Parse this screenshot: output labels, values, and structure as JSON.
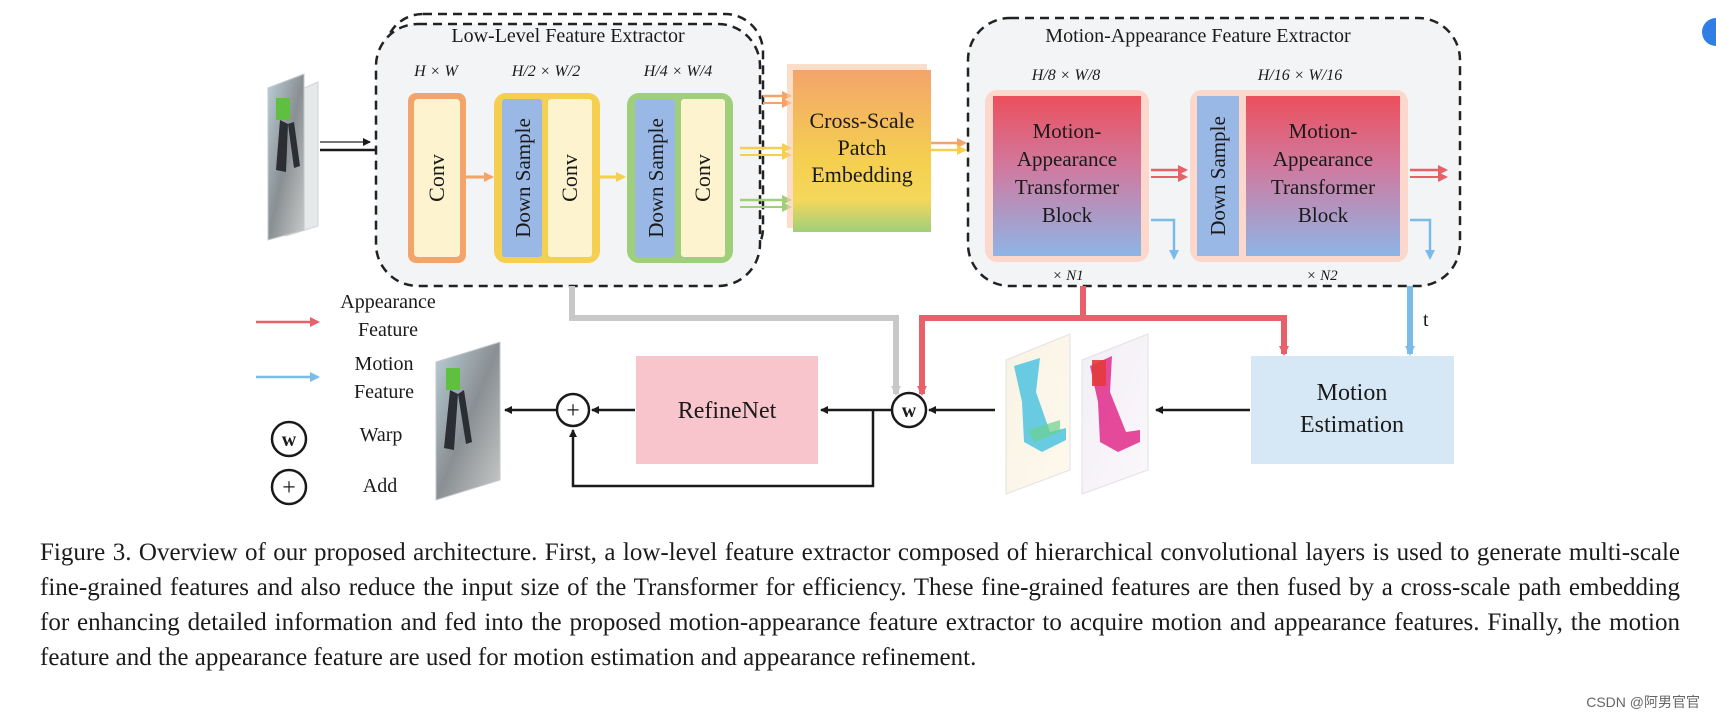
{
  "figure": {
    "low_level": {
      "title": "Low-Level Feature Extractor",
      "scale1": "H × W",
      "scale2": "H/2 × W/2",
      "scale3": "H/4 × W/4",
      "conv": "Conv",
      "down_sample": "Down Sample"
    },
    "cross_scale": {
      "line1": "Cross-Scale",
      "line2": "Patch",
      "line3": "Embedding"
    },
    "motion_appearance": {
      "title": "Motion-Appearance Feature Extractor",
      "scale1": "H/8 × W/8",
      "scale2": "H/16 × W/16",
      "block_line1": "Motion-",
      "block_line2": "Appearance",
      "block_line3": "Transformer",
      "block_line4": "Block",
      "down_sample": "Down Sample",
      "repeat1": "× N1",
      "repeat2": "× N2"
    },
    "legend": {
      "appearance_line1": "Appearance",
      "appearance_line2": "Feature",
      "motion_line1": "Motion",
      "motion_line2": "Feature",
      "warp_symbol": "w",
      "warp_label": "Warp",
      "add_symbol": "+",
      "add_label": "Add"
    },
    "refinenet": "RefineNet",
    "motion_estimation_line1": "Motion",
    "motion_estimation_line2": "Estimation",
    "time_label": "t"
  },
  "caption": "Figure 3. Overview of our proposed architecture. First, a low-level feature extractor composed of hierarchical convolutional layers is used to generate multi-scale fine-grained features and also reduce the input size of the Transformer for efficiency. These fine-grained features are then fused by a cross-scale path embedding for enhancing detailed information and fed into the proposed motion-appearance feature extractor to acquire motion and appearance features. Finally, the motion feature and the appearance feature are used for motion estimation and appearance refinement.",
  "watermark": "CSDN @阿男官官",
  "colors": {
    "appearance": "#e8606a",
    "motion": "#7bbbe8",
    "conv_orange": "#f3a46b",
    "conv_yellow": "#f5cf4f",
    "conv_green": "#9fcf7a",
    "down_blue": "#9ab8e6",
    "refinenet_fill": "#f7c5cb",
    "motion_est_fill": "#d6e7f5"
  }
}
